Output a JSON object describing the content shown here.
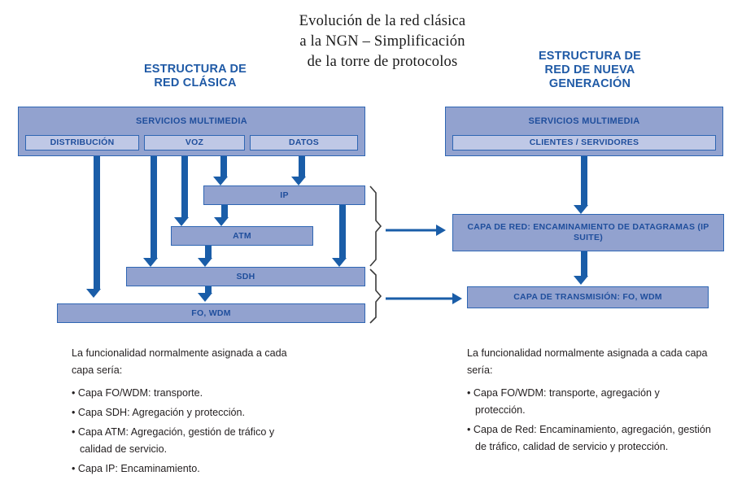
{
  "title": "Evolución de la red clásica a la NGN – Simplificación de la torre de protocolos",
  "title_lines": [
    "Evolución de la red clásica",
    "a la NGN – Simplificación",
    "de la torre de protocolos"
  ],
  "colors": {
    "heading_blue": "#1F5AA6",
    "box_fill": "#92A2CF",
    "box_fill_light": "#BFC8E6",
    "box_border": "#2F66B3",
    "arrow_blue": "#1A5DA8",
    "box_text": "#1F4E9C",
    "body_text": "#231F20",
    "brace_stroke": "#3A3A3A"
  },
  "left": {
    "heading_lines": [
      "ESTRUCTURA DE",
      "RED CLÁSICA"
    ],
    "services_label": "SERVICIOS MULTIMEDIA",
    "service_boxes": [
      {
        "label": "DISTRIBUCIÓN"
      },
      {
        "label": "VOZ"
      },
      {
        "label": "DATOS"
      }
    ],
    "layers": [
      {
        "label": "IP"
      },
      {
        "label": "ATM"
      },
      {
        "label": "SDH"
      },
      {
        "label": "FO, WDM"
      }
    ],
    "notes": {
      "intro": "La funcionalidad normalmente asignada a cada capa sería:",
      "items": [
        "• Capa FO/WDM: transporte.",
        "• Capa SDH: Agregación y protección.",
        "• Capa ATM: Agregación, gestión de tráfico y calidad de servicio.",
        "• Capa IP: Encaminamiento."
      ]
    }
  },
  "right": {
    "heading_lines": [
      "ESTRUCTURA DE",
      "RED DE NUEVA",
      "GENERACIÓN"
    ],
    "services_label": "SERVICIOS MULTIMEDIA",
    "service_boxes": [
      {
        "label": "CLIENTES / SERVIDORES"
      }
    ],
    "layers": [
      {
        "label": "CAPA DE RED: ENCAMINAMIENTO DE DATAGRAMAS (IP SUITE)"
      },
      {
        "label": "CAPA DE TRANSMISIÓN: FO, WDM"
      }
    ],
    "notes": {
      "intro": "La funcionalidad normalmente asignada a cada capa sería:",
      "items": [
        "• Capa FO/WDM: transporte, agregación y protección.",
        "• Capa de Red: Encaminamiento, agregación, gestión de tráfico, calidad de servicio y protección."
      ]
    }
  }
}
